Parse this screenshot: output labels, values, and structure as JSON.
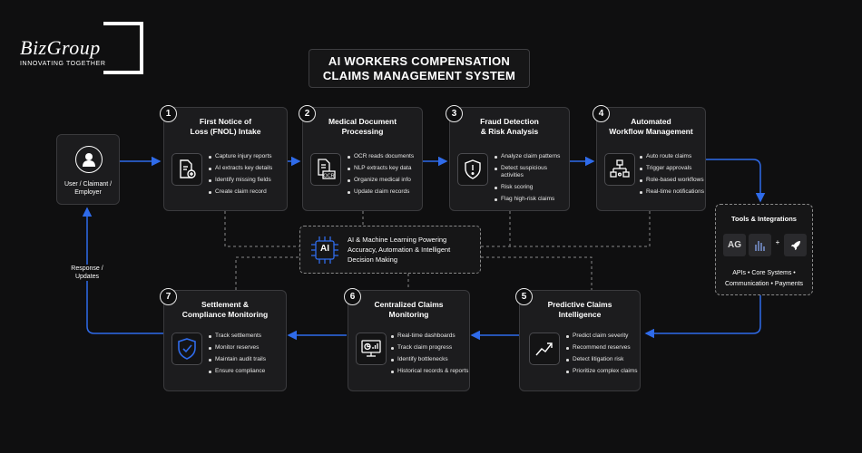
{
  "logo": {
    "name": "BizGroup",
    "tagline": "INNOVATING TOGETHER"
  },
  "title": {
    "line1": "AI WORKERS COMPENSATION",
    "line2": "CLAIMS MANAGEMENT SYSTEM"
  },
  "user": {
    "line1": "User / Claimant /",
    "line2": "Employer",
    "icon": "user-icon"
  },
  "response_label": {
    "line1": "Response /",
    "line2": "Updates"
  },
  "steps": [
    {
      "number": "1",
      "title1": "First Notice of",
      "title2": "Loss (FNOL) Intake",
      "icon": "document-plus-icon",
      "bullets": [
        "Capture injury reports",
        "AI extracts key details",
        "Identify missing fields",
        "Create claim record"
      ]
    },
    {
      "number": "2",
      "title1": "Medical Document",
      "title2": "Processing",
      "icon": "ocr-document-icon",
      "icon_text": "OCR",
      "bullets": [
        "OCR reads documents",
        "NLP extracts key data",
        "Organize medical info",
        "Update claim records"
      ]
    },
    {
      "number": "3",
      "title1": "Fraud Detection",
      "title2": "& Risk Analysis",
      "icon": "shield-alert-icon",
      "bullets": [
        "Analyze claim patterns",
        "Detect suspicious activities",
        "Risk scoring",
        "Flag high-risk claims"
      ]
    },
    {
      "number": "4",
      "title1": "Automated",
      "title2": "Workflow Management",
      "icon": "workflow-icon",
      "bullets": [
        "Auto route claims",
        "Trigger approvals",
        "Role-based workflows",
        "Real-time notifications"
      ]
    },
    {
      "number": "5",
      "title1": "Predictive Claims",
      "title2": "Intelligence",
      "icon": "trend-chart-icon",
      "bullets": [
        "Predict claim severity",
        "Recommend reserves",
        "Detect litigation risk",
        "Prioritize complex claims"
      ]
    },
    {
      "number": "6",
      "title1": "Centralized Claims",
      "title2": "Monitoring",
      "icon": "dashboard-monitor-icon",
      "bullets": [
        "Real-time dashboards",
        "Track claim progress",
        "Identify bottlenecks",
        "Historical records & reports"
      ]
    },
    {
      "number": "7",
      "title1": "Settlement &",
      "title2": "Compliance Monitoring",
      "icon": "shield-check-icon",
      "bullets": [
        "Track settlements",
        "Monitor reserves",
        "Maintain audit trails",
        "Ensure compliance"
      ]
    }
  ],
  "ai_core": {
    "chip_label": "AI",
    "line1": "AI & Machine Learning Powering",
    "line2": "Accuracy, Automation & Intelligent",
    "line3": "Decision Making"
  },
  "tools": {
    "title": "Tools & Integrations",
    "logo1": "AG",
    "plus1": "+",
    "plus2": "+",
    "line1": "APIs • Core Systems •",
    "line2": "Communication • Payments"
  },
  "colors": {
    "background": "#0f0f10",
    "card": "#1c1c1e",
    "border": "#3a3a3d",
    "arrow": "#2f6bea",
    "dashed": "#8a8a8a"
  }
}
